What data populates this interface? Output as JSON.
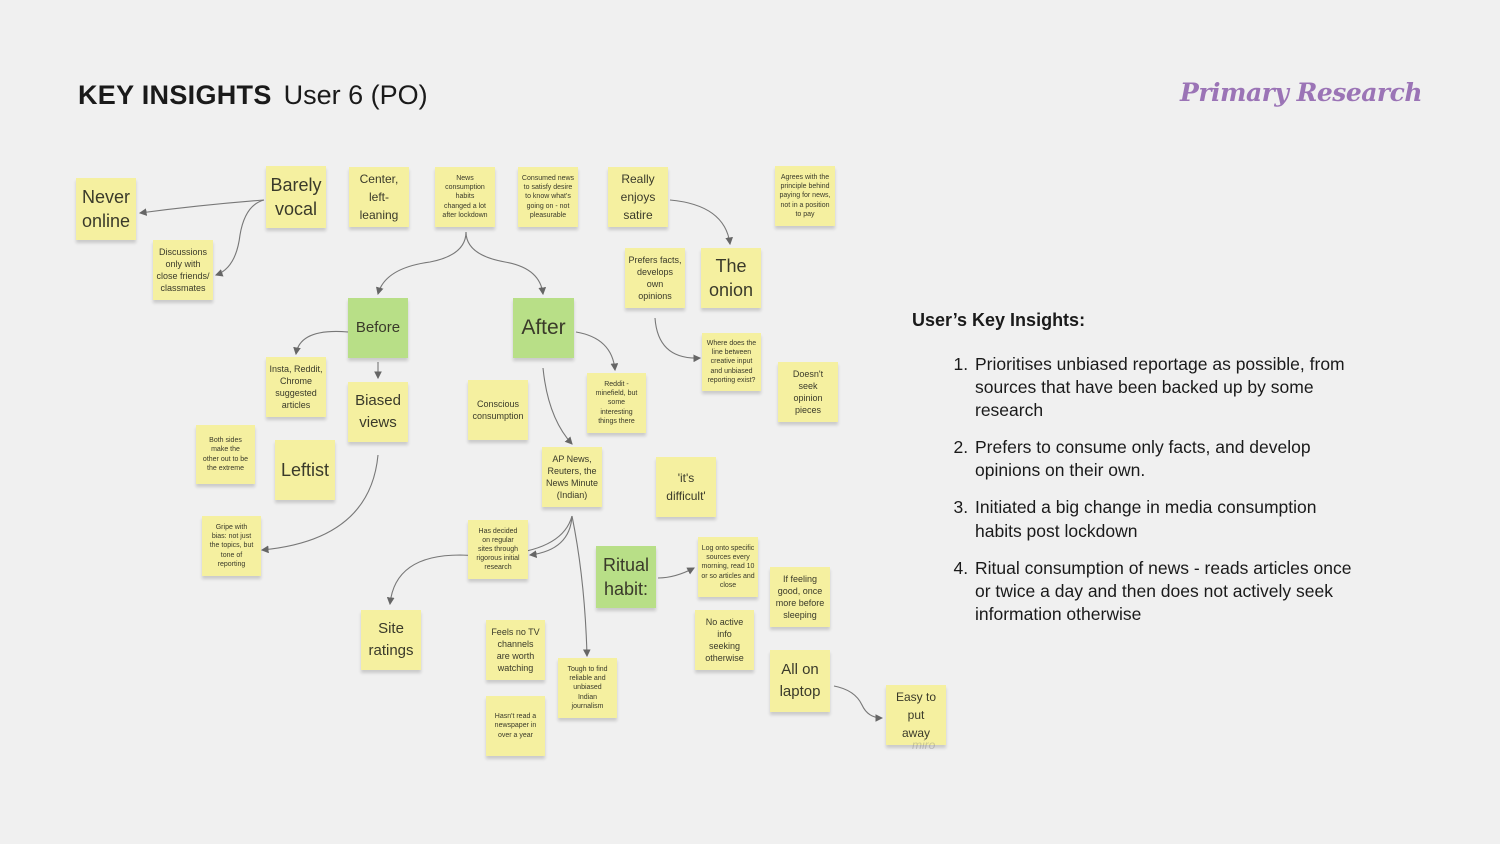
{
  "header": {
    "title_strong": "KEY INSIGHTS",
    "title_sub": "User 6 (PO)",
    "brand": "Primary Research"
  },
  "notes": [
    {
      "id": "never-online",
      "text": "Never\nonline",
      "color": "yellow"
    },
    {
      "id": "barely-vocal",
      "text": "Barely\nvocal",
      "color": "yellow"
    },
    {
      "id": "center-left",
      "text": "Center,\nleft-\nleaning",
      "color": "yellow"
    },
    {
      "id": "news-habits",
      "text": "News\nconsumption\nhabits\nchanged a lot\nafter lockdown",
      "color": "yellow"
    },
    {
      "id": "consumed-news",
      "text": "Consumed news\nto satisfy desire\nto know what's\ngoing on - not\npleasurable",
      "color": "yellow"
    },
    {
      "id": "enjoys-satire",
      "text": "Really\nenjoys\nsatire",
      "color": "yellow"
    },
    {
      "id": "agrees-paying",
      "text": "Agrees with the\nprinciple behind\npaying for news,\nnot in a position\nto pay",
      "color": "yellow"
    },
    {
      "id": "discussions",
      "text": "Discussions\nonly with\nclose friends/\nclassmates",
      "color": "yellow"
    },
    {
      "id": "prefers-facts",
      "text": "Prefers facts,\ndevelops own\nopinions",
      "color": "yellow"
    },
    {
      "id": "the-onion",
      "text": "The\nonion",
      "color": "yellow"
    },
    {
      "id": "before",
      "text": "Before",
      "color": "green"
    },
    {
      "id": "after",
      "text": "After",
      "color": "green"
    },
    {
      "id": "where-line",
      "text": "Where does the\nline between\ncreative input\nand unbiased\nreporting exist?",
      "color": "yellow"
    },
    {
      "id": "doesnt-seek",
      "text": "Doesn't\nseek\nopinion\npieces",
      "color": "yellow"
    },
    {
      "id": "insta-reddit",
      "text": "Insta, Reddit,\nChrome\nsuggested\narticles",
      "color": "yellow"
    },
    {
      "id": "biased-views",
      "text": "Biased\nviews",
      "color": "yellow"
    },
    {
      "id": "conscious",
      "text": "Conscious\nconsumption",
      "color": "yellow"
    },
    {
      "id": "reddit-minefield",
      "text": "Reddit -\nminefield, but\nsome\ninteresting\nthings there",
      "color": "yellow"
    },
    {
      "id": "both-sides",
      "text": "Both sides\nmake the\nother out to be\nthe extreme",
      "color": "yellow"
    },
    {
      "id": "leftist",
      "text": "Leftist",
      "color": "yellow"
    },
    {
      "id": "ap-news",
      "text": "AP News,\nReuters, the\nNews Minute\n(Indian)",
      "color": "yellow"
    },
    {
      "id": "its-difficult",
      "text": "'it's\ndifficult'",
      "color": "yellow"
    },
    {
      "id": "gripe-bias",
      "text": "Gripe with\nbias: not just\nthe topics, but\ntone of\nreporting",
      "color": "yellow"
    },
    {
      "id": "has-decided",
      "text": "Has decided\non regular\nsites through\nrigorous initial\nresearch",
      "color": "yellow"
    },
    {
      "id": "ritual-habit",
      "text": "Ritual\nhabit:",
      "color": "green"
    },
    {
      "id": "log-onto",
      "text": "Log onto specific\nsources every\nmorning, read 10\nor so articles and\nclose",
      "color": "yellow"
    },
    {
      "id": "if-feeling",
      "text": "If feeling\ngood, once\nmore before\nsleeping",
      "color": "yellow"
    },
    {
      "id": "site-ratings",
      "text": "Site\nratings",
      "color": "yellow"
    },
    {
      "id": "feels-no-tv",
      "text": "Feels no TV\nchannels\nare worth\nwatching",
      "color": "yellow"
    },
    {
      "id": "no-active",
      "text": "No active\ninfo\nseeking\notherwise",
      "color": "yellow"
    },
    {
      "id": "all-on-laptop",
      "text": "All on\nlaptop",
      "color": "yellow"
    },
    {
      "id": "tough-to-find",
      "text": "Tough to find\nreliable and\nunbiased\nIndian\njournalism",
      "color": "yellow"
    },
    {
      "id": "hasnt-read",
      "text": "Hasn't read a\nnewspaper in\nover a year",
      "color": "yellow"
    },
    {
      "id": "easy-to-put",
      "text": "Easy to\nput\naway",
      "color": "yellow"
    }
  ],
  "watermark": "miro",
  "insights": {
    "title": "User’s Key Insights:",
    "items": [
      "Prioritises unbiased reportage as possible, from sources that have been backed up by some research",
      "Prefers to consume only facts, and develop opinions on their own.",
      "Initiated a big change in media consumption habits post lockdown",
      "Ritual consumption of news - reads articles once or twice a day and then does not actively seek information otherwise"
    ]
  }
}
